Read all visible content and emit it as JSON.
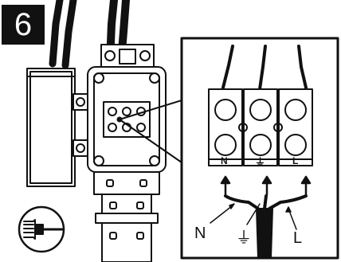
{
  "step_number": "6",
  "inset": {
    "terminal_labels": {
      "neutral": "N",
      "ground": "⏚",
      "line": "L"
    },
    "callout_labels": {
      "neutral": "N",
      "ground": "⏚",
      "line": "L"
    }
  },
  "tool_icon": "screwdriver-icon"
}
